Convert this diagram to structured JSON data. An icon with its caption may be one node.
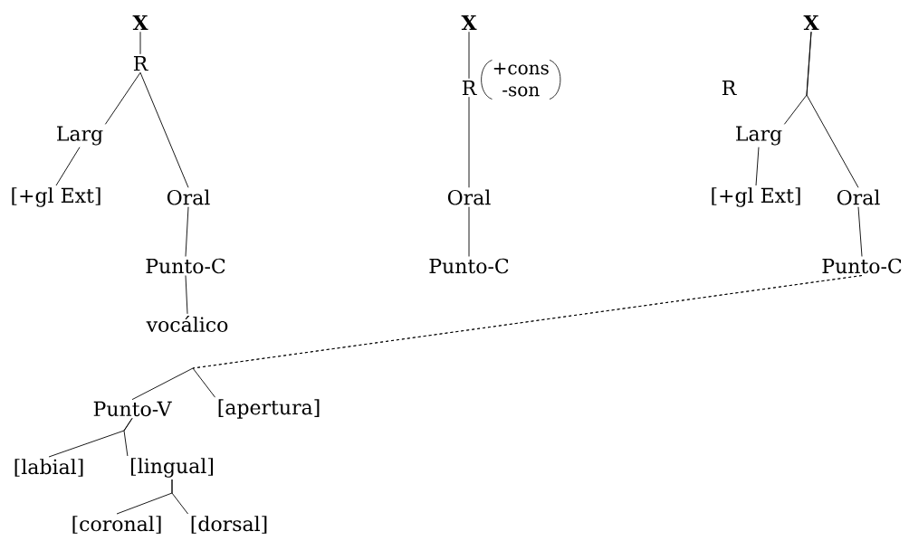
{
  "diagram": {
    "nodes": [
      {
        "text": [
          "X"
        ]
      },
      {
        "text": [
          "R"
        ]
      },
      {
        "text": [
          "Larg"
        ]
      },
      {
        "text": [
          "[+gl Ext]"
        ]
      },
      {
        "text": [
          "Oral"
        ]
      },
      {
        "text": [
          "Punto-C"
        ]
      },
      {
        "text": [
          "vocálico"
        ]
      },
      {
        "text": [
          "X"
        ]
      },
      {
        "text": [
          "R"
        ],
        "beside": [
          "+cons",
          "-son"
        ]
      },
      {
        "text": [
          "Oral"
        ]
      },
      {
        "text": [
          "Punto-C"
        ]
      },
      {
        "text": [
          "X"
        ]
      },
      {
        "text": [
          "R"
        ]
      },
      {
        "text": [
          "Larg"
        ]
      },
      {
        "text": [
          "[+gl Ext]"
        ]
      },
      {
        "text": [
          "Oral"
        ]
      },
      {
        "text": [
          "Punto-C"
        ]
      },
      {
        "text": [
          "Punto-V"
        ]
      },
      {
        "text": [
          "[apertura]"
        ]
      },
      {
        "text": [
          "[labial]"
        ]
      },
      {
        "text": [
          "[lingual]"
        ]
      },
      {
        "text": [
          "[coronal]"
        ]
      },
      {
        "text": [
          "[dorsal]"
        ]
      }
    ],
    "edges": [
      {
        "from": 0,
        "to": 1,
        "arrow": "none"
      },
      {
        "from": 1,
        "to": 2,
        "arrow": "none"
      },
      {
        "from": 1,
        "to": 4,
        "arrow": "none"
      },
      {
        "from": 2,
        "to": 3,
        "arrow": "none"
      },
      {
        "from": 4,
        "to": 5,
        "arrow": "none"
      },
      {
        "from": 5,
        "to": 6,
        "arrow": "none"
      },
      {
        "from": 7,
        "to": 8,
        "arrow": "none"
      },
      {
        "from": 8,
        "to": 9,
        "arrow": "none"
      },
      {
        "from": 9,
        "to": 10,
        "arrow": "none"
      },
      {
        "from": 11,
        "to": 13,
        "arrow": "none"
      },
      {
        "from": 11,
        "to": 15,
        "arrow": "none"
      },
      {
        "from": 13,
        "to": 14,
        "arrow": "none"
      },
      {
        "from": 15,
        "to": 16,
        "arrow": "none"
      },
      {
        "from": 16,
        "to": 17,
        "arrow": "none",
        "style": "dashed"
      },
      {
        "from": 16,
        "to": 18,
        "arrow": "none",
        "style": "dashed"
      },
      {
        "from": 17,
        "to": 19,
        "arrow": "none"
      },
      {
        "from": 17,
        "to": 20,
        "arrow": "none"
      },
      {
        "from": 20,
        "to": 21,
        "arrow": "none"
      },
      {
        "from": 20,
        "to": 22,
        "arrow": "none"
      }
    ]
  }
}
